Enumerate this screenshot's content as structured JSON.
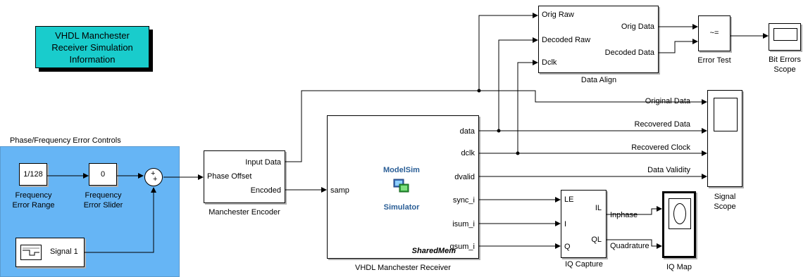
{
  "info_block": {
    "line1": "VHDL Manchester",
    "line2": "Receiver Simulation",
    "line3": "Information"
  },
  "controls_area": {
    "title": "Phase/Frequency Error Controls"
  },
  "freq_range": {
    "value": "1/128",
    "label_line1": "Frequency",
    "label_line2": "Error Range"
  },
  "freq_slider": {
    "value": "0",
    "label_line1": "Frequency",
    "label_line2": "Error Slider"
  },
  "sum": {
    "signs": "+",
    "signs2": "+"
  },
  "signal": {
    "label": "Signal 1"
  },
  "encoder": {
    "port_in": "Phase Offset",
    "port_out1": "Input Data",
    "port_out2": "Encoded",
    "name": "Manchester Encoder"
  },
  "receiver": {
    "port_in": "samp",
    "ports_out": [
      "data",
      "dclk",
      "dvalid",
      "sync_i",
      "isum_i",
      "qsum_i"
    ],
    "logo_line1": "ModelSim",
    "logo_line2": "Simulator",
    "shared": "SharedMem",
    "name": "VHDL Manchester Receiver"
  },
  "data_align": {
    "ports_in": [
      "Orig Raw",
      "Decoded Raw",
      "Dclk"
    ],
    "ports_out": [
      "Orig Data",
      "Decoded Data"
    ],
    "name": "Data Align"
  },
  "error_test": {
    "symbol": "~=",
    "name": "Error Test"
  },
  "bit_scope": {
    "name_line1": "Bit Errors",
    "name_line2": "Scope"
  },
  "signal_scope": {
    "name_line1": "Signal",
    "name_line2": "Scope"
  },
  "signal_labels": [
    "Original Data",
    "Recovered Data",
    "Recovered Clock",
    "Data Validity"
  ],
  "iq_capture": {
    "ports_in": [
      "LE",
      "I",
      "Q"
    ],
    "ports_out": [
      "IL",
      "QL"
    ],
    "name": "IQ Capture"
  },
  "iq_labels": [
    "Inphase",
    "Quadrature"
  ],
  "iq_map": {
    "name": "IQ Map"
  }
}
